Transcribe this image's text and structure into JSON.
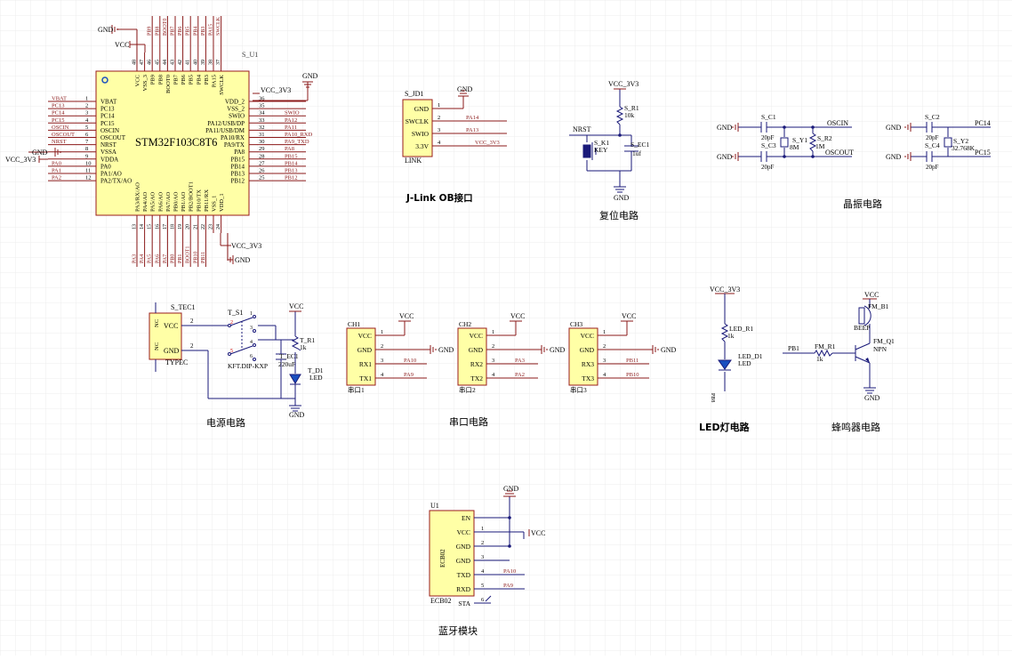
{
  "mcu": {
    "name": "S_U1",
    "part": "STM32F103C8T6",
    "left_pins": [
      {
        "num": "1",
        "name": "VBAT",
        "net": "VBAT"
      },
      {
        "num": "2",
        "name": "PC13",
        "net": "PC13"
      },
      {
        "num": "3",
        "name": "PC14",
        "net": "PC14"
      },
      {
        "num": "4",
        "name": "PC15",
        "net": "PC15"
      },
      {
        "num": "5",
        "name": "OSCIN",
        "net": "OSCIN"
      },
      {
        "num": "6",
        "name": "OSCOUT",
        "net": "OSCOUT"
      },
      {
        "num": "7",
        "name": "NRST",
        "net": "NRST"
      },
      {
        "num": "8",
        "name": "VSSA",
        "net": ""
      },
      {
        "num": "9",
        "name": "VDDA",
        "net": ""
      },
      {
        "num": "10",
        "name": "PA0",
        "net": "PA0"
      },
      {
        "num": "11",
        "name": "PA1/AO",
        "net": "PA1"
      },
      {
        "num": "12",
        "name": "PA2/TX/AO",
        "net": "PA2"
      }
    ],
    "right_pins": [
      {
        "num": "36",
        "name": "VDD_2",
        "net": ""
      },
      {
        "num": "35",
        "name": "VSS_2",
        "net": ""
      },
      {
        "num": "34",
        "name": "SWIO",
        "net": "SWIO"
      },
      {
        "num": "33",
        "name": "PA12/USB/DP",
        "net": "PA12"
      },
      {
        "num": "32",
        "name": "PA11/USB/DM",
        "net": "PA11"
      },
      {
        "num": "31",
        "name": "PA10/RX",
        "net": "PA10_RXD"
      },
      {
        "num": "30",
        "name": "PA9/TX",
        "net": "PA9_TXD"
      },
      {
        "num": "29",
        "name": "PA8",
        "net": "PA8"
      },
      {
        "num": "28",
        "name": "PB15",
        "net": "PB15"
      },
      {
        "num": "27",
        "name": "PB14",
        "net": "PB14"
      },
      {
        "num": "26",
        "name": "PB13",
        "net": "PB13"
      },
      {
        "num": "25",
        "name": "PB12",
        "net": "PB12"
      }
    ],
    "top_pins": [
      {
        "num": "48",
        "name": "VCC",
        "net": ""
      },
      {
        "num": "47",
        "name": "VSS_3",
        "net": ""
      },
      {
        "num": "46",
        "name": "PB9",
        "net": "PB9"
      },
      {
        "num": "45",
        "name": "PB8",
        "net": "PB8"
      },
      {
        "num": "44",
        "name": "BOOT0",
        "net": "BOOT0"
      },
      {
        "num": "43",
        "name": "PB7",
        "net": "PB7"
      },
      {
        "num": "42",
        "name": "PB6",
        "net": "PB6"
      },
      {
        "num": "41",
        "name": "PB5",
        "net": "PB5"
      },
      {
        "num": "40",
        "name": "PB4",
        "net": "PB4"
      },
      {
        "num": "39",
        "name": "PB3",
        "net": "PB3"
      },
      {
        "num": "38",
        "name": "PA15",
        "net": "PA15"
      },
      {
        "num": "37",
        "name": "SWCLK",
        "net": "SWCLK"
      }
    ],
    "bottom_pins": [
      {
        "num": "13",
        "name": "PA3/RX/AO",
        "net": "PA3"
      },
      {
        "num": "14",
        "name": "PA4/AO",
        "net": "PA4"
      },
      {
        "num": "15",
        "name": "PA5/AO",
        "net": "PA5"
      },
      {
        "num": "16",
        "name": "PA6/AO",
        "net": "PA6"
      },
      {
        "num": "17",
        "name": "PA7/AO",
        "net": "PA7"
      },
      {
        "num": "18",
        "name": "PB0/AO",
        "net": "PB0"
      },
      {
        "num": "19",
        "name": "PB1/AO",
        "net": "PB1"
      },
      {
        "num": "20",
        "name": "PB2/BOOT1",
        "net": "BOOT1"
      },
      {
        "num": "21",
        "name": "PB10/TX",
        "net": "PB10"
      },
      {
        "num": "22",
        "name": "PB11/RX",
        "net": "PB11"
      },
      {
        "num": "23",
        "name": "VSS_1",
        "net": ""
      },
      {
        "num": "24",
        "name": "VDD_1",
        "net": ""
      }
    ],
    "power_labels": {
      "gnd": "GND",
      "vcc": "VCC",
      "vcc3v3": "VCC_3V3"
    }
  },
  "jlink": {
    "ref": "S_JD1",
    "part": "LINK",
    "pins": [
      {
        "num": "1",
        "name": "GND",
        "net": "GND"
      },
      {
        "num": "2",
        "name": "SWCLK",
        "net": "PA14"
      },
      {
        "num": "3",
        "name": "SWIO",
        "net": "PA13"
      },
      {
        "num": "4",
        "name": "3.3V",
        "net": "VCC_3V3"
      }
    ],
    "caption": "J-Link OB接口"
  },
  "reset": {
    "vcc": "VCC_3V3",
    "r_ref": "S_R1",
    "r_val": "10k",
    "net": "NRST",
    "key_ref": "S_K1",
    "key_val": "KEY",
    "c_ref": "S_EC1",
    "c_val": "1uf",
    "gnd": "GND",
    "caption": "复位电路"
  },
  "crystal": {
    "gnd": "GND",
    "hse": {
      "c1_ref": "S_C1",
      "c1_val": "20pF",
      "c2_ref": "S_C3",
      "c2_val": "20pF",
      "y_ref": "S_Y1",
      "y_val": "8M",
      "r_ref": "S_R2",
      "r_val": "1M",
      "net_in": "OSCIN",
      "net_out": "OSCOUT"
    },
    "lse": {
      "c1_ref": "S_C2",
      "c1_val": "20pF",
      "c2_ref": "S_C4",
      "c2_val": "20pF",
      "y_ref": "S_Y2",
      "y_val": "32.768K",
      "net_in": "PC14",
      "net_out": "PC15"
    },
    "caption": "晶振电路"
  },
  "power": {
    "usb_ref": "S_TEC1",
    "usb_type": "TYPEC",
    "usb_pins": [
      "NC",
      "NC",
      "VCC",
      "GND"
    ],
    "sw_ref": "T_S1",
    "sw_val": "KFT.DIP-KXP",
    "vcc": "VCC",
    "r_ref": "T_R1",
    "r_val": "1k",
    "c_ref": "T_EC1",
    "c_val": "220uF",
    "led_ref": "T_D1",
    "led_val": "LED",
    "gnd": "GND",
    "caption": "电源电路"
  },
  "serial": {
    "ports": [
      {
        "ref": "CH1",
        "part": "串口1",
        "pins": [
          "VCC",
          "GND",
          "RX1",
          "TX1"
        ],
        "nets": [
          "VCC",
          "GND",
          "PA10",
          "PA9"
        ]
      },
      {
        "ref": "CH2",
        "part": "串口2",
        "pins": [
          "VCC",
          "GND",
          "RX2",
          "TX2"
        ],
        "nets": [
          "VCC",
          "GND",
          "PA3",
          "PA2"
        ]
      },
      {
        "ref": "CH3",
        "part": "串口3",
        "pins": [
          "VCC",
          "GND",
          "RX3",
          "TX3"
        ],
        "nets": [
          "VCC",
          "GND",
          "PB11",
          "PB10"
        ]
      }
    ],
    "caption": "串口电路"
  },
  "led": {
    "vcc": "VCC_3V3",
    "r_ref": "LED_R1",
    "r_val": "1k",
    "d_ref": "LED_D1",
    "d_val": "LED",
    "net": "PB8",
    "caption": "LED灯电路"
  },
  "buzzer": {
    "vcc": "VCC",
    "bz_ref": "FM_B1",
    "bz_val": "BEEP",
    "net": "PB1",
    "r_ref": "FM_R1",
    "r_val": "1k",
    "q_ref": "FM_Q1",
    "q_val": "NPN",
    "gnd": "GND",
    "caption": "蜂鸣器电路"
  },
  "bluetooth": {
    "ref": "U1",
    "part": "ECB02",
    "gnd": "GND",
    "vcc": "VCC",
    "pins": [
      {
        "num": "",
        "name": "EN",
        "net": ""
      },
      {
        "num": "1",
        "name": "VCC",
        "net": ""
      },
      {
        "num": "2",
        "name": "GND",
        "net": ""
      },
      {
        "num": "3",
        "name": "GND",
        "net": ""
      },
      {
        "num": "4",
        "name": "TXD",
        "net": "PA10"
      },
      {
        "num": "5",
        "name": "RXD",
        "net": "PA9"
      },
      {
        "num": "6",
        "name": "STA",
        "net": ""
      }
    ],
    "caption": "蓝牙模块"
  }
}
